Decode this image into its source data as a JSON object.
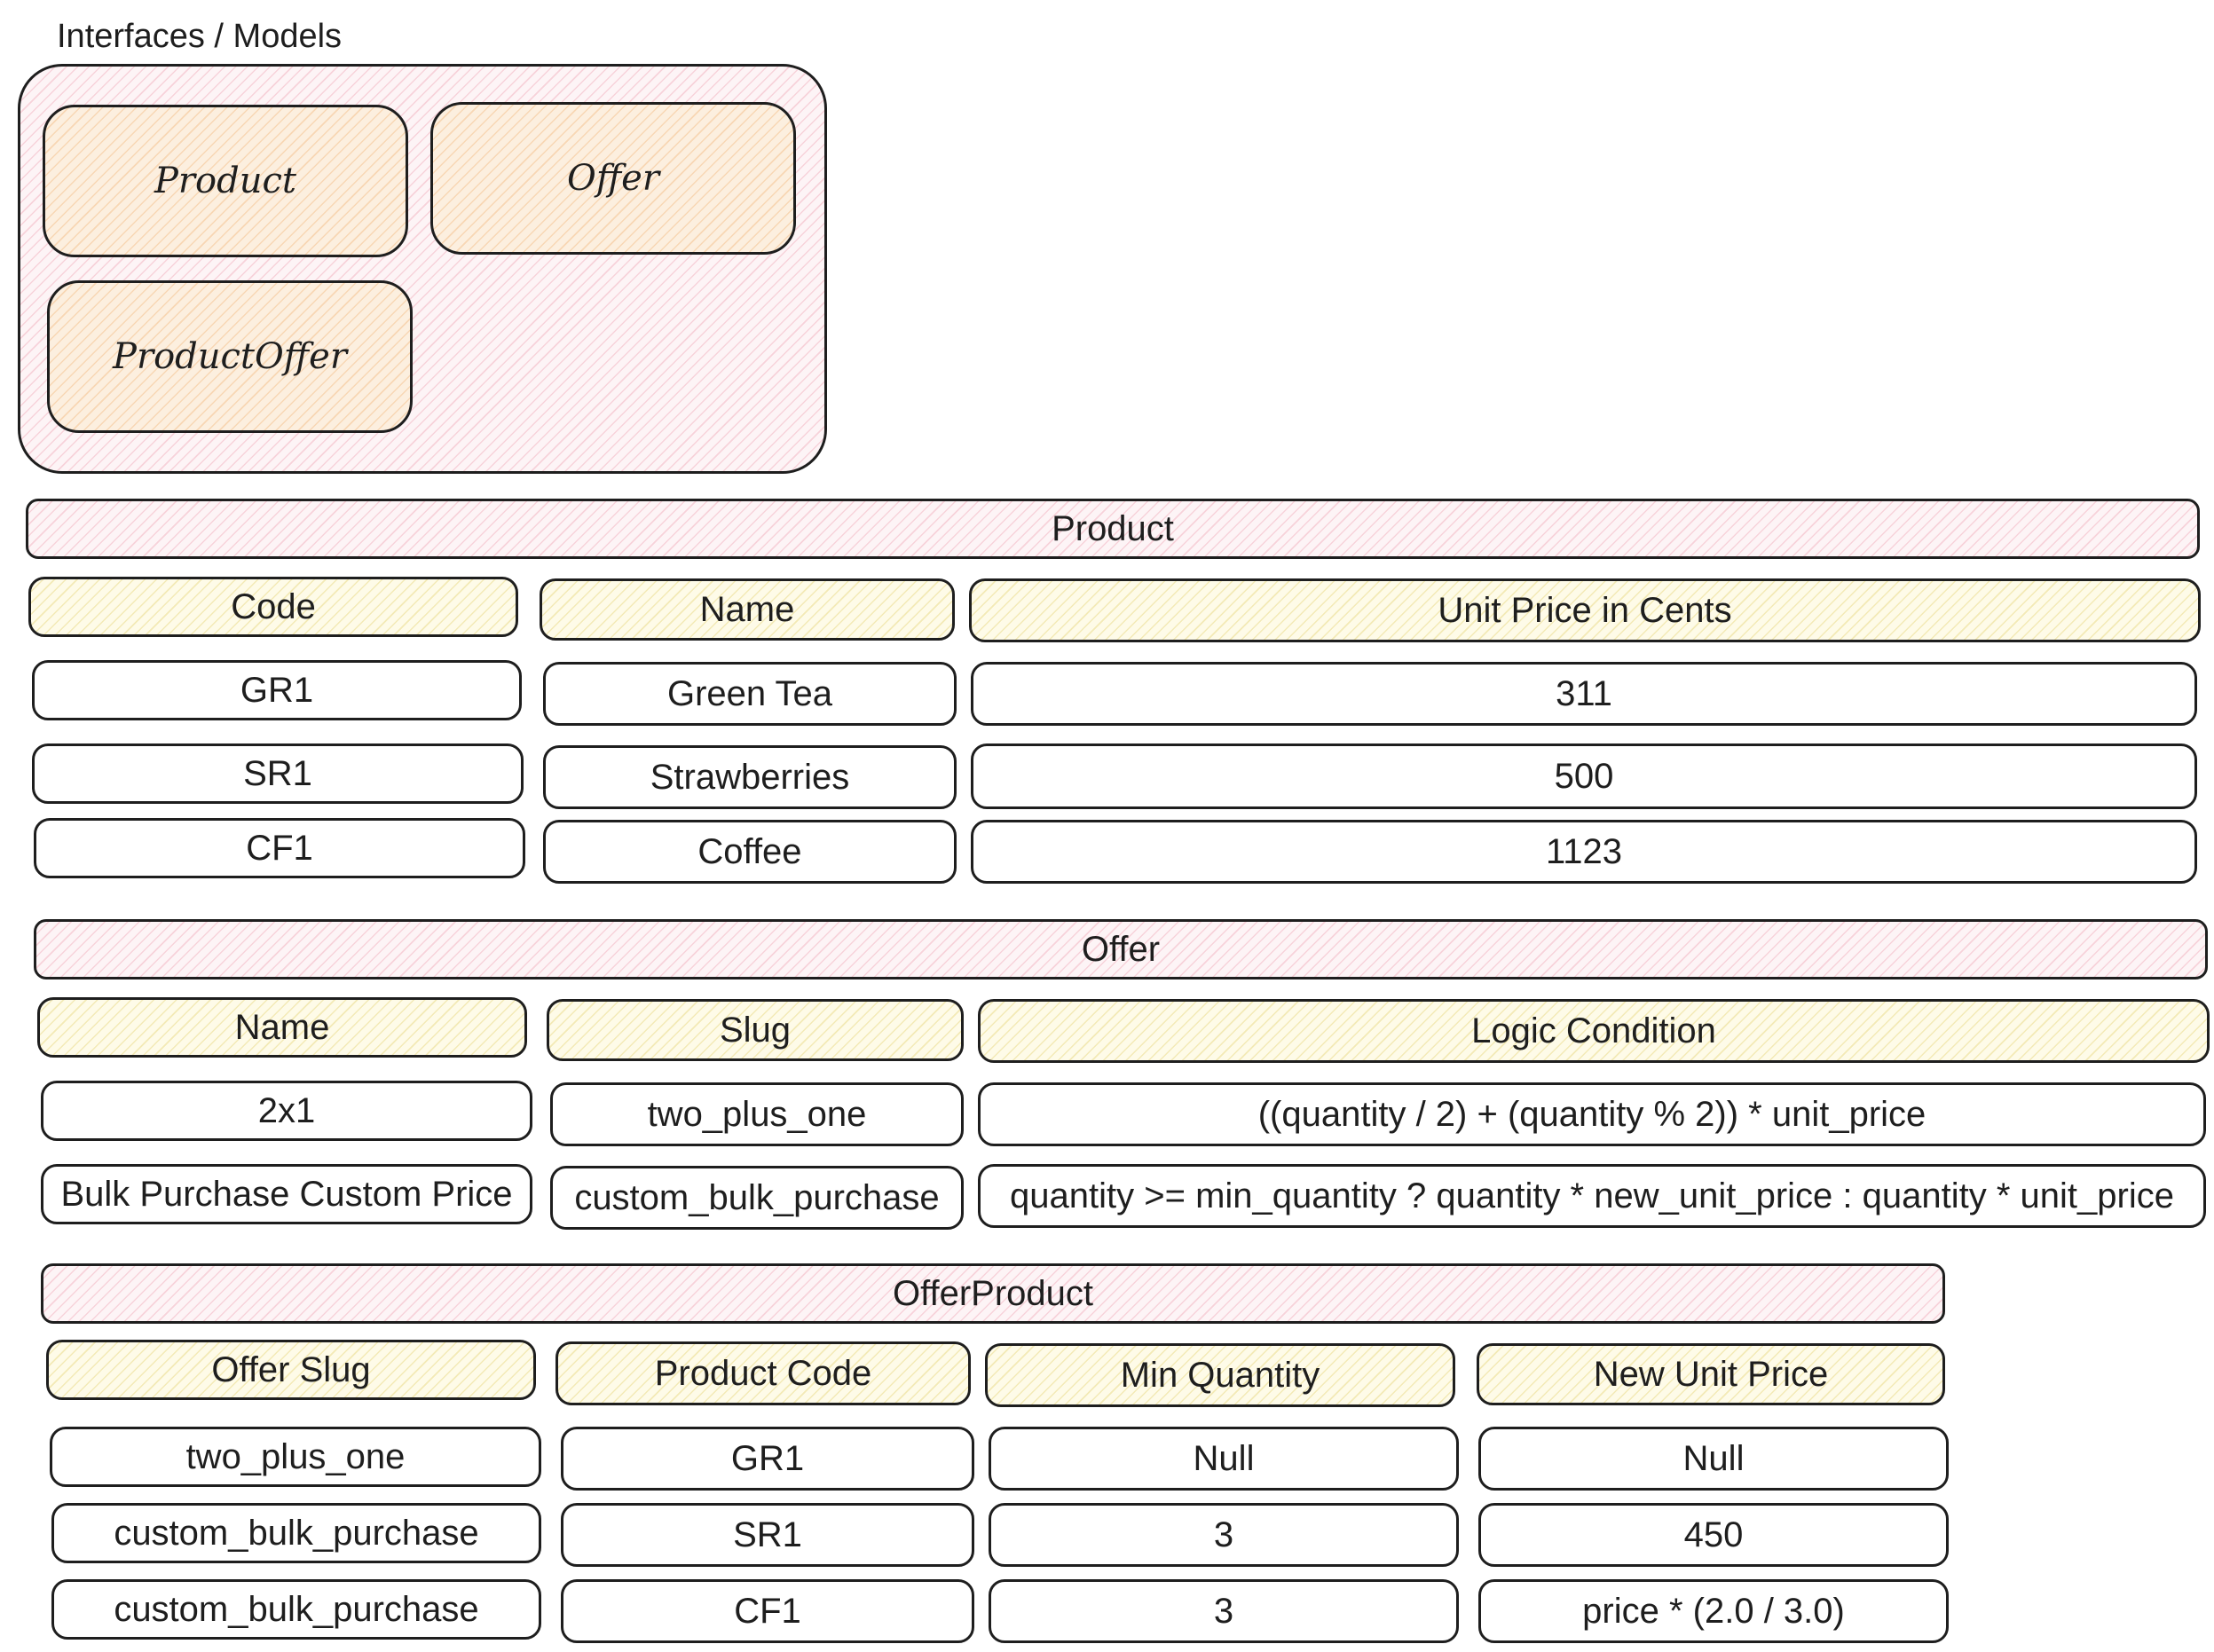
{
  "interfaces": {
    "title": "Interfaces / Models",
    "models": [
      "Product",
      "Offer",
      "ProductOffer"
    ]
  },
  "product_table": {
    "title": "Product",
    "headers": [
      "Code",
      "Name",
      "Unit Price in Cents"
    ],
    "rows": [
      [
        "GR1",
        "Green Tea",
        "311"
      ],
      [
        "SR1",
        "Strawberries",
        "500"
      ],
      [
        "CF1",
        "Coffee",
        "1123"
      ]
    ]
  },
  "offer_table": {
    "title": "Offer",
    "headers": [
      "Name",
      "Slug",
      "Logic Condition"
    ],
    "rows": [
      [
        "2x1",
        "two_plus_one",
        "((quantity / 2) + (quantity % 2)) * unit_price"
      ],
      [
        "Bulk Purchase Custom Price",
        "custom_bulk_purchase",
        "quantity >= min_quantity ? quantity * new_unit_price : quantity * unit_price"
      ]
    ]
  },
  "offer_product_table": {
    "title": "OfferProduct",
    "headers": [
      "Offer Slug",
      "Product Code",
      "Min Quantity",
      "New Unit Price"
    ],
    "rows": [
      [
        "two_plus_one",
        "GR1",
        "Null",
        "Null"
      ],
      [
        "custom_bulk_purchase",
        "SR1",
        "3",
        "450"
      ],
      [
        "custom_bulk_purchase",
        "CF1",
        "3",
        "price * (2.0 / 3.0)"
      ]
    ]
  },
  "colors": {
    "stroke": "#1e1e1e",
    "title_fill": "#fdf4f6",
    "header_fill": "#fefbe8",
    "model_fill": "#fcefdf"
  }
}
